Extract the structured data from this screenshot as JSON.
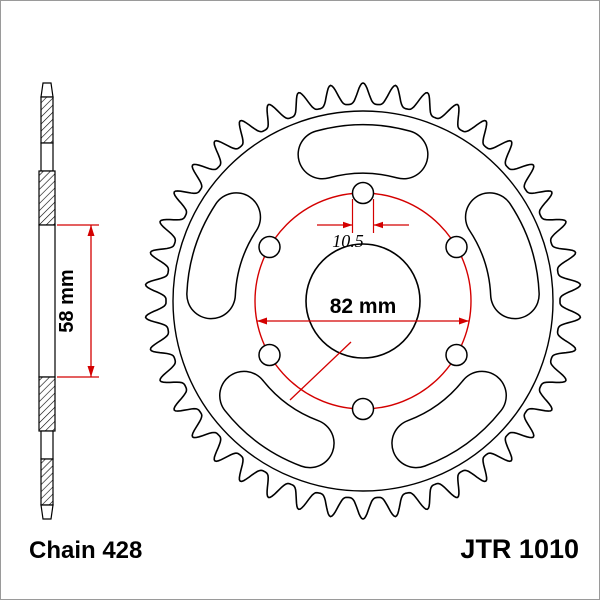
{
  "labels": {
    "chain": "Chain 428",
    "part_number": "JTR 1010"
  },
  "dimensions": {
    "hub_width": "58 mm",
    "bolt_circle_diameter": "82 mm",
    "bolt_hole_diameter": "10.5"
  },
  "diagram": {
    "type": "sprocket-technical-drawing",
    "teeth": 42,
    "bolt_holes": 6,
    "lightening_cutouts": 5,
    "accent_color": "#d40000",
    "line_color": "#000000"
  }
}
